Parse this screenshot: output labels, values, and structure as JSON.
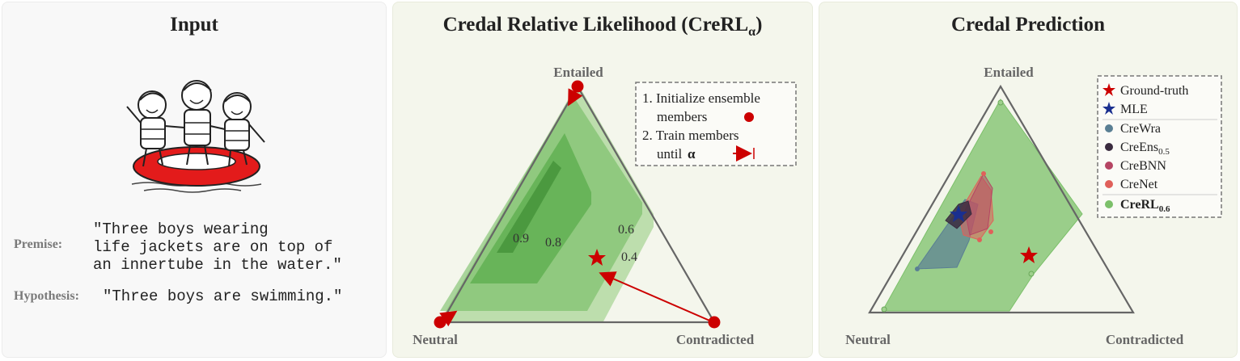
{
  "input": {
    "title": "Input",
    "premise_label": "Premise:",
    "premise_lines": [
      "\"Three boys wearing",
      "life jackets are on top of",
      "an innertube in the water.\""
    ],
    "hypothesis_label": "Hypothesis:",
    "hypothesis_text": "\"Three boys are swimming.\""
  },
  "crerl": {
    "title_main": "Credal Relative Likelihood (CreRL",
    "title_sub": "α",
    "title_close": ")",
    "vertex_top": "Entailed",
    "vertex_left": "Neutral",
    "vertex_right": "Contradicted",
    "levels": [
      "0.9",
      "0.8",
      "0.6",
      "0.4"
    ],
    "legend": {
      "step1_line1": "1. Initialize ensemble",
      "step1_line2": "members",
      "step2_line1": "2. Train members",
      "step2_line2": "until",
      "alpha_symbol": "α"
    }
  },
  "pred": {
    "title": "Credal Prediction",
    "vertex_top": "Entailed",
    "vertex_left": "Neutral",
    "vertex_right": "Contradicted",
    "legend": {
      "ground_truth": "Ground-truth",
      "mle": "MLE",
      "crewra": "CreWra",
      "creens_main": "CreEns",
      "creens_sub": "0.5",
      "crebnn": "CreBNN",
      "crenet": "CreNet",
      "crerl_main": "CreRL",
      "crerl_sub": "0.6"
    },
    "colors": {
      "ground_truth": "#cc0000",
      "mle": "#1a2f8f",
      "crewra": "#5a7f94",
      "creens": "#3a2b3f",
      "crebnn": "#b54563",
      "crenet": "#e0605a",
      "crerl": "#7cc06a"
    }
  }
}
